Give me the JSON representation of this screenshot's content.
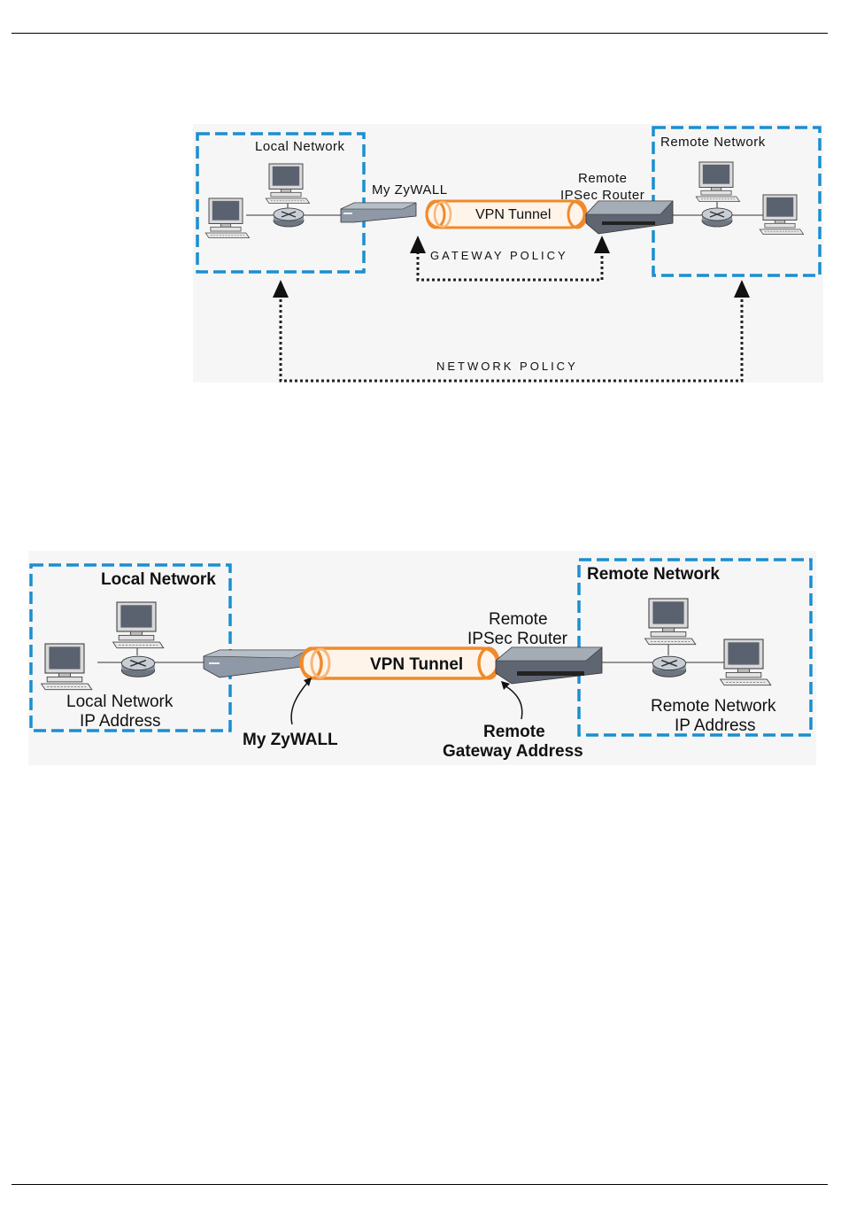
{
  "figure1": {
    "local_network": "Local Network",
    "remote_network": "Remote Network",
    "my_zywall": "My ZyWALL",
    "remote_label_1": "Remote",
    "remote_label_2": "IPSec Router",
    "vpn_tunnel": "VPN Tunnel",
    "gateway_policy": "GATEWAY POLICY",
    "network_policy": "NETWORK POLICY"
  },
  "figure2": {
    "local_network": "Local Network",
    "remote_network": "Remote Network",
    "remote_label_1": "Remote",
    "remote_label_2": "IPSec Router",
    "vpn_tunnel": "VPN Tunnel",
    "local_ip_1": "Local Network",
    "local_ip_2": "IP Address",
    "remote_ip_1": "Remote Network",
    "remote_ip_2": "IP Address",
    "my_zywall": "My ZyWALL",
    "gateway_1": "Remote",
    "gateway_2": "Gateway Address"
  },
  "colors": {
    "network_box_border": "#1a8fd0",
    "tunnel_orange": "#f08a2a",
    "device_gray": "#8e98a6"
  }
}
